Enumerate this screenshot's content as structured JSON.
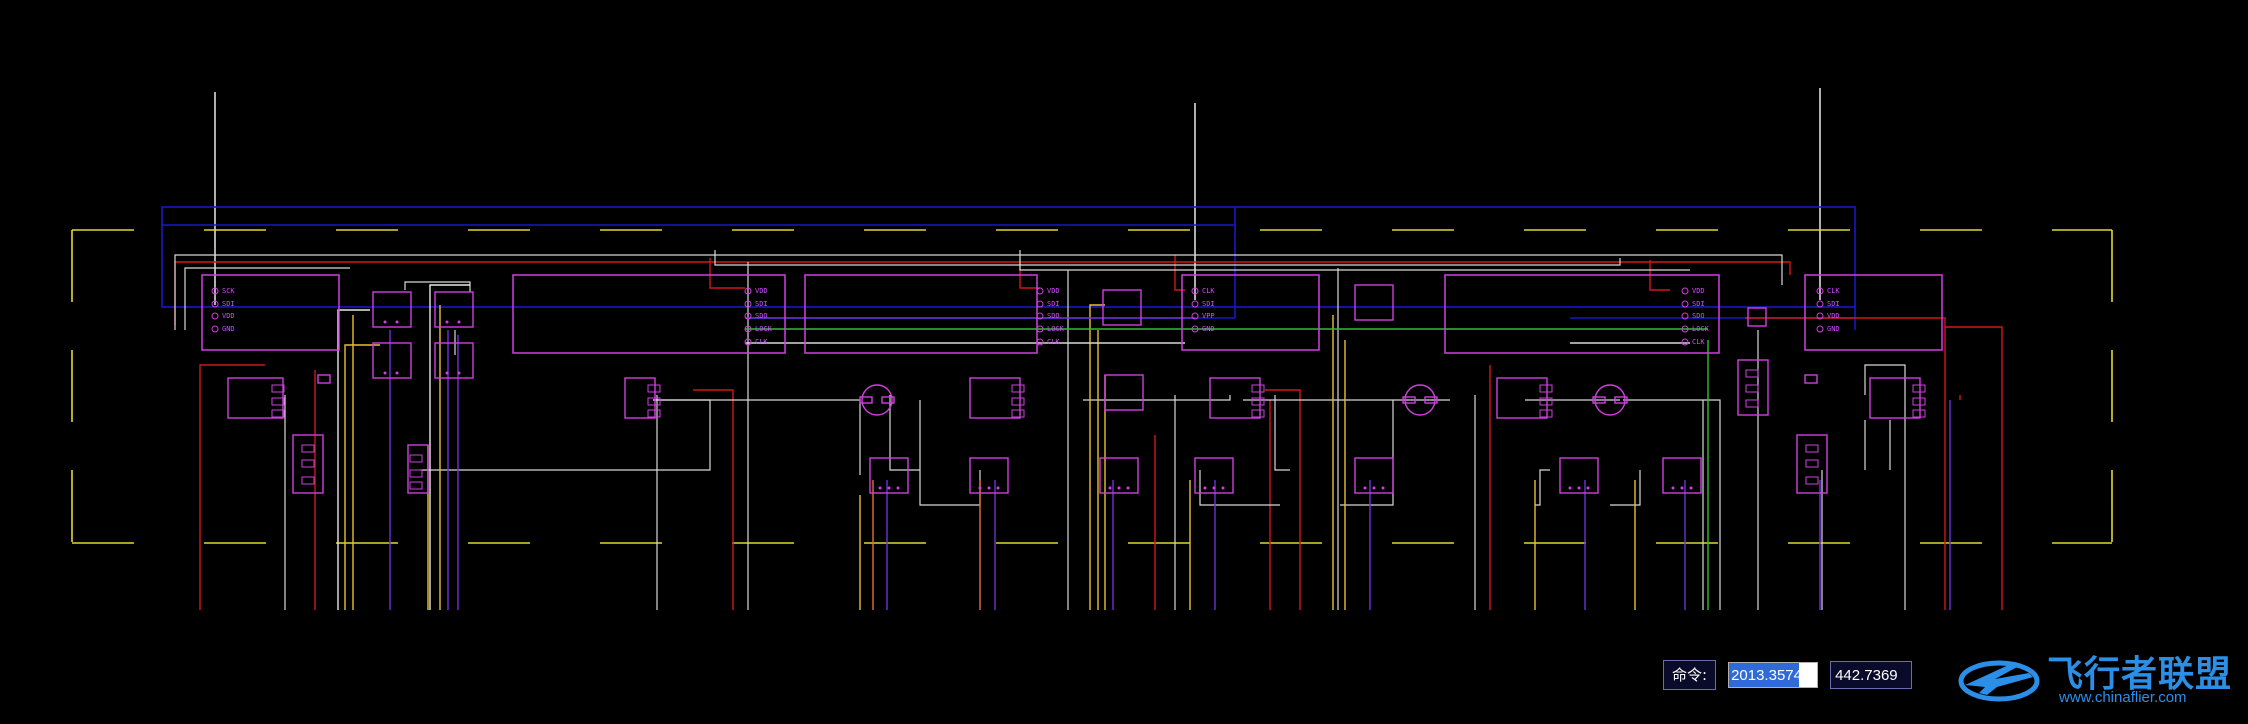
{
  "app": {
    "background": "#000000"
  },
  "schematic": {
    "colors": {
      "frame": "#e0d830",
      "blue": "#1818c8",
      "red": "#d01818",
      "white": "#e8e8e8",
      "magenta": "#d040e0",
      "yellow": "#e8c030",
      "purple": "#7030d8",
      "green": "#30c030",
      "orange": "#e07030"
    },
    "modules": [
      {
        "pins": [
          "SCK",
          "SDI",
          "VDD",
          "GND"
        ]
      },
      {
        "pins": [
          "VDD",
          "SDI",
          "SDO",
          "LOCK",
          "CLK"
        ]
      },
      {
        "pins": [
          "VDD",
          "SDI",
          "SDO",
          "LOCK",
          "CLK"
        ]
      },
      {
        "pins": [
          "CLK",
          "SDI",
          "VPP",
          "GND"
        ]
      },
      {
        "pins": [
          "VDD",
          "SDI",
          "SDO",
          "LOCK",
          "CLK"
        ]
      },
      {
        "pins": [
          "CLK",
          "SDI",
          "VDD",
          "GND"
        ]
      }
    ]
  },
  "command_bar": {
    "label": "命令:",
    "x_value": "2013.3574",
    "y_value": "442.7369"
  },
  "watermark": {
    "brand": "飞行者联盟",
    "url": "www.chinaflier.com",
    "color": "#2b8fe8"
  }
}
